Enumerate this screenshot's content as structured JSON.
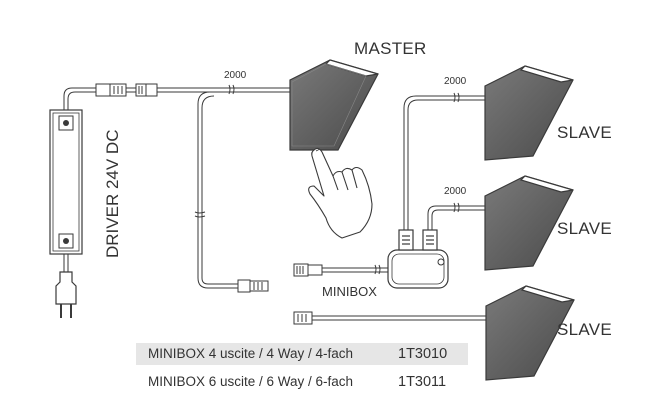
{
  "labels": {
    "master": "MASTER",
    "driver": "DRIVER 24V DC",
    "minibox": "MINIBOX",
    "slave_1": "SLAVE",
    "slave_2": "SLAVE",
    "slave_3": "SLAVE",
    "len_master": "2000",
    "len_slave_1": "2000",
    "len_slave_2": "2000"
  },
  "table": {
    "rows": [
      {
        "name": "MINIBOX 4 uscite / 4 Way / 4-fach",
        "code": "1T3010",
        "highlight": true
      },
      {
        "name": "MINIBOX 6 uscite / 6 Way / 6-fach",
        "code": "1T3011",
        "highlight": false
      }
    ]
  },
  "colors": {
    "line": "#3a3a3a",
    "lamp_side": "#6b6b6b",
    "lamp_side_dark": "#4d4d4d",
    "lamp_top": "#ffffff",
    "table_highlight": "#e6e6e6"
  }
}
